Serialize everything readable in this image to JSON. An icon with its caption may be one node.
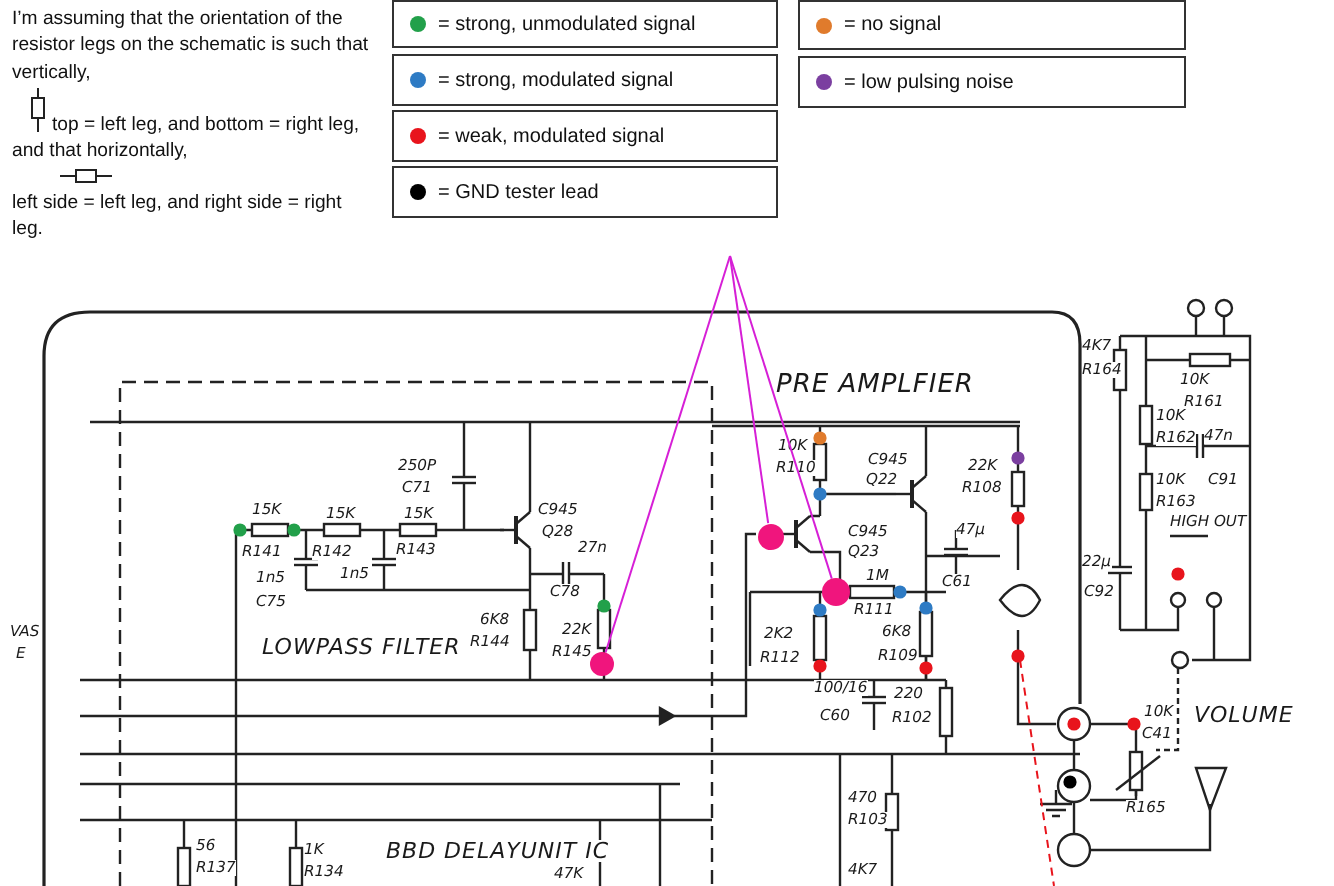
{
  "diagram": {
    "nodes": [
      {
        "text": [],
        "shape": "circle"
      },
      {
        "text": [],
        "shape": "circle"
      },
      {
        "text": [],
        "shape": "circle"
      }
    ],
    "edges": [
      {
        "from": null,
        "to": 0,
        "arrow": "none"
      },
      {
        "from": null,
        "to": 1,
        "arrow": "none"
      },
      {
        "from": null,
        "to": 2,
        "arrow": "none"
      }
    ],
    "labels": [
      "I’m assuming that the orientation of the resistor legs on the schematic is such that vertically,",
      "top = left leg, and bottom = right leg, and that horizontally,",
      "left side = left leg, and right side = right leg.",
      "PRE AMPLFIER",
      "250P",
      "C71",
      "15K",
      "15K",
      "15K",
      "C945",
      "Q28",
      "R141",
      "R142",
      "R143",
      "27n",
      "1n5",
      "C75",
      "1n5",
      "C78",
      "6K8",
      "R144",
      "22K",
      "R145",
      "LOWPASS FILTER",
      "10K",
      "R110",
      "C945",
      "Q22",
      "22K",
      "R108",
      "C945",
      "Q23",
      "47μ",
      "1M",
      "R111",
      "C61",
      "2K2",
      "R112",
      "6K8",
      "R109",
      "100/16",
      "C60",
      "220",
      "R102",
      "470",
      "R103",
      "4K7",
      "4K7",
      "R164",
      "10K",
      "R161",
      "10K",
      "R162",
      "47n",
      "10K",
      "C91",
      "R163",
      "HIGH OUT",
      "22μ",
      "C92",
      "10K",
      "C41",
      "VOLUME",
      "R165",
      "56",
      "R137",
      "1K",
      "R134",
      "BBD DELAYUNIT IC",
      "47K",
      "VAS",
      "E"
    ],
    "legend": [
      {
        "text": "= strong, unmodulated signal",
        "color": "#22a04a"
      },
      {
        "text": "= strong, modulated signal",
        "color": "#2e7bc4"
      },
      {
        "text": "= weak, modulated signal",
        "color": "#e8141c"
      },
      {
        "text": "= GND tester lead",
        "color": "#000000"
      },
      {
        "text": "= no signal",
        "color": "#e07b2c"
      },
      {
        "text": "= low pulsing noise",
        "color": "#7b3fa0"
      }
    ]
  }
}
